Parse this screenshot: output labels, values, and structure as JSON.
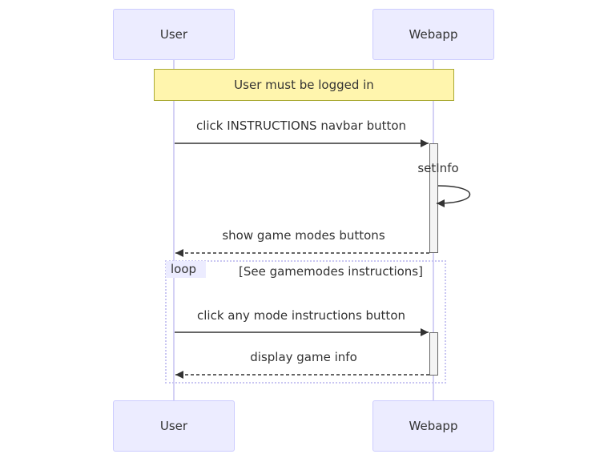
{
  "participants": {
    "user": "User",
    "webapp": "Webapp"
  },
  "note": "User must be logged in",
  "messages": [
    {
      "label": "click INSTRUCTIONS navbar button",
      "style": "solid"
    },
    {
      "label": "setInfo",
      "style": "solid"
    },
    {
      "label": "show game modes buttons",
      "style": "dashed"
    },
    {
      "label": "click any mode instructions button",
      "style": "solid"
    },
    {
      "label": "display game info",
      "style": "dashed"
    }
  ],
  "loop": {
    "tag": "loop",
    "condition": "[See gamemodes instructions]"
  },
  "colors": {
    "actor_fill": "#ECECFF",
    "actor_border": "#CCCCFF",
    "lifeline": "#D4D1F5",
    "note_fill": "#FFF5AD",
    "note_border": "#AAAA33",
    "arrow": "#333333"
  }
}
